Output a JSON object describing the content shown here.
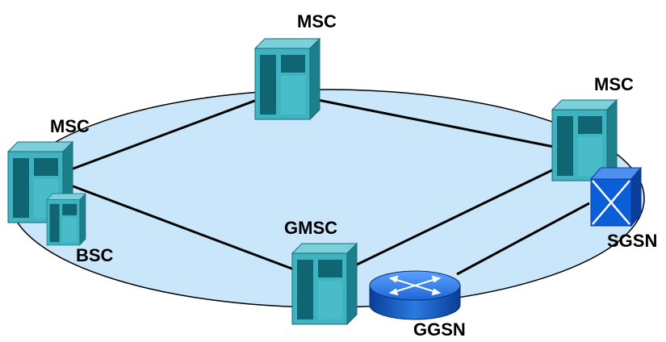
{
  "nodes": {
    "msc_top": {
      "label": "MSC",
      "icon": "server-tower-icon"
    },
    "msc_right": {
      "label": "MSC",
      "icon": "server-tower-icon"
    },
    "msc_left": {
      "label": "MSC",
      "icon": "server-tower-icon"
    },
    "bsc": {
      "label": "BSC",
      "icon": "server-tower-icon"
    },
    "gmsc": {
      "label": "GMSC",
      "icon": "server-tower-icon"
    },
    "sgsn": {
      "label": "SGSN",
      "icon": "switch-cube-icon"
    },
    "ggsn": {
      "label": "GGSN",
      "icon": "router-icon"
    }
  },
  "colors": {
    "ring_fill": "#c9e6fb",
    "ring_stroke": "#000000",
    "server_front": "#3fb3c0",
    "server_side": "#1c7f8c",
    "server_top": "#7bd0da",
    "server_dark": "#0f5f6b",
    "sgsn_blue": "#0a5fd8",
    "router_blue": "#1560c8"
  }
}
